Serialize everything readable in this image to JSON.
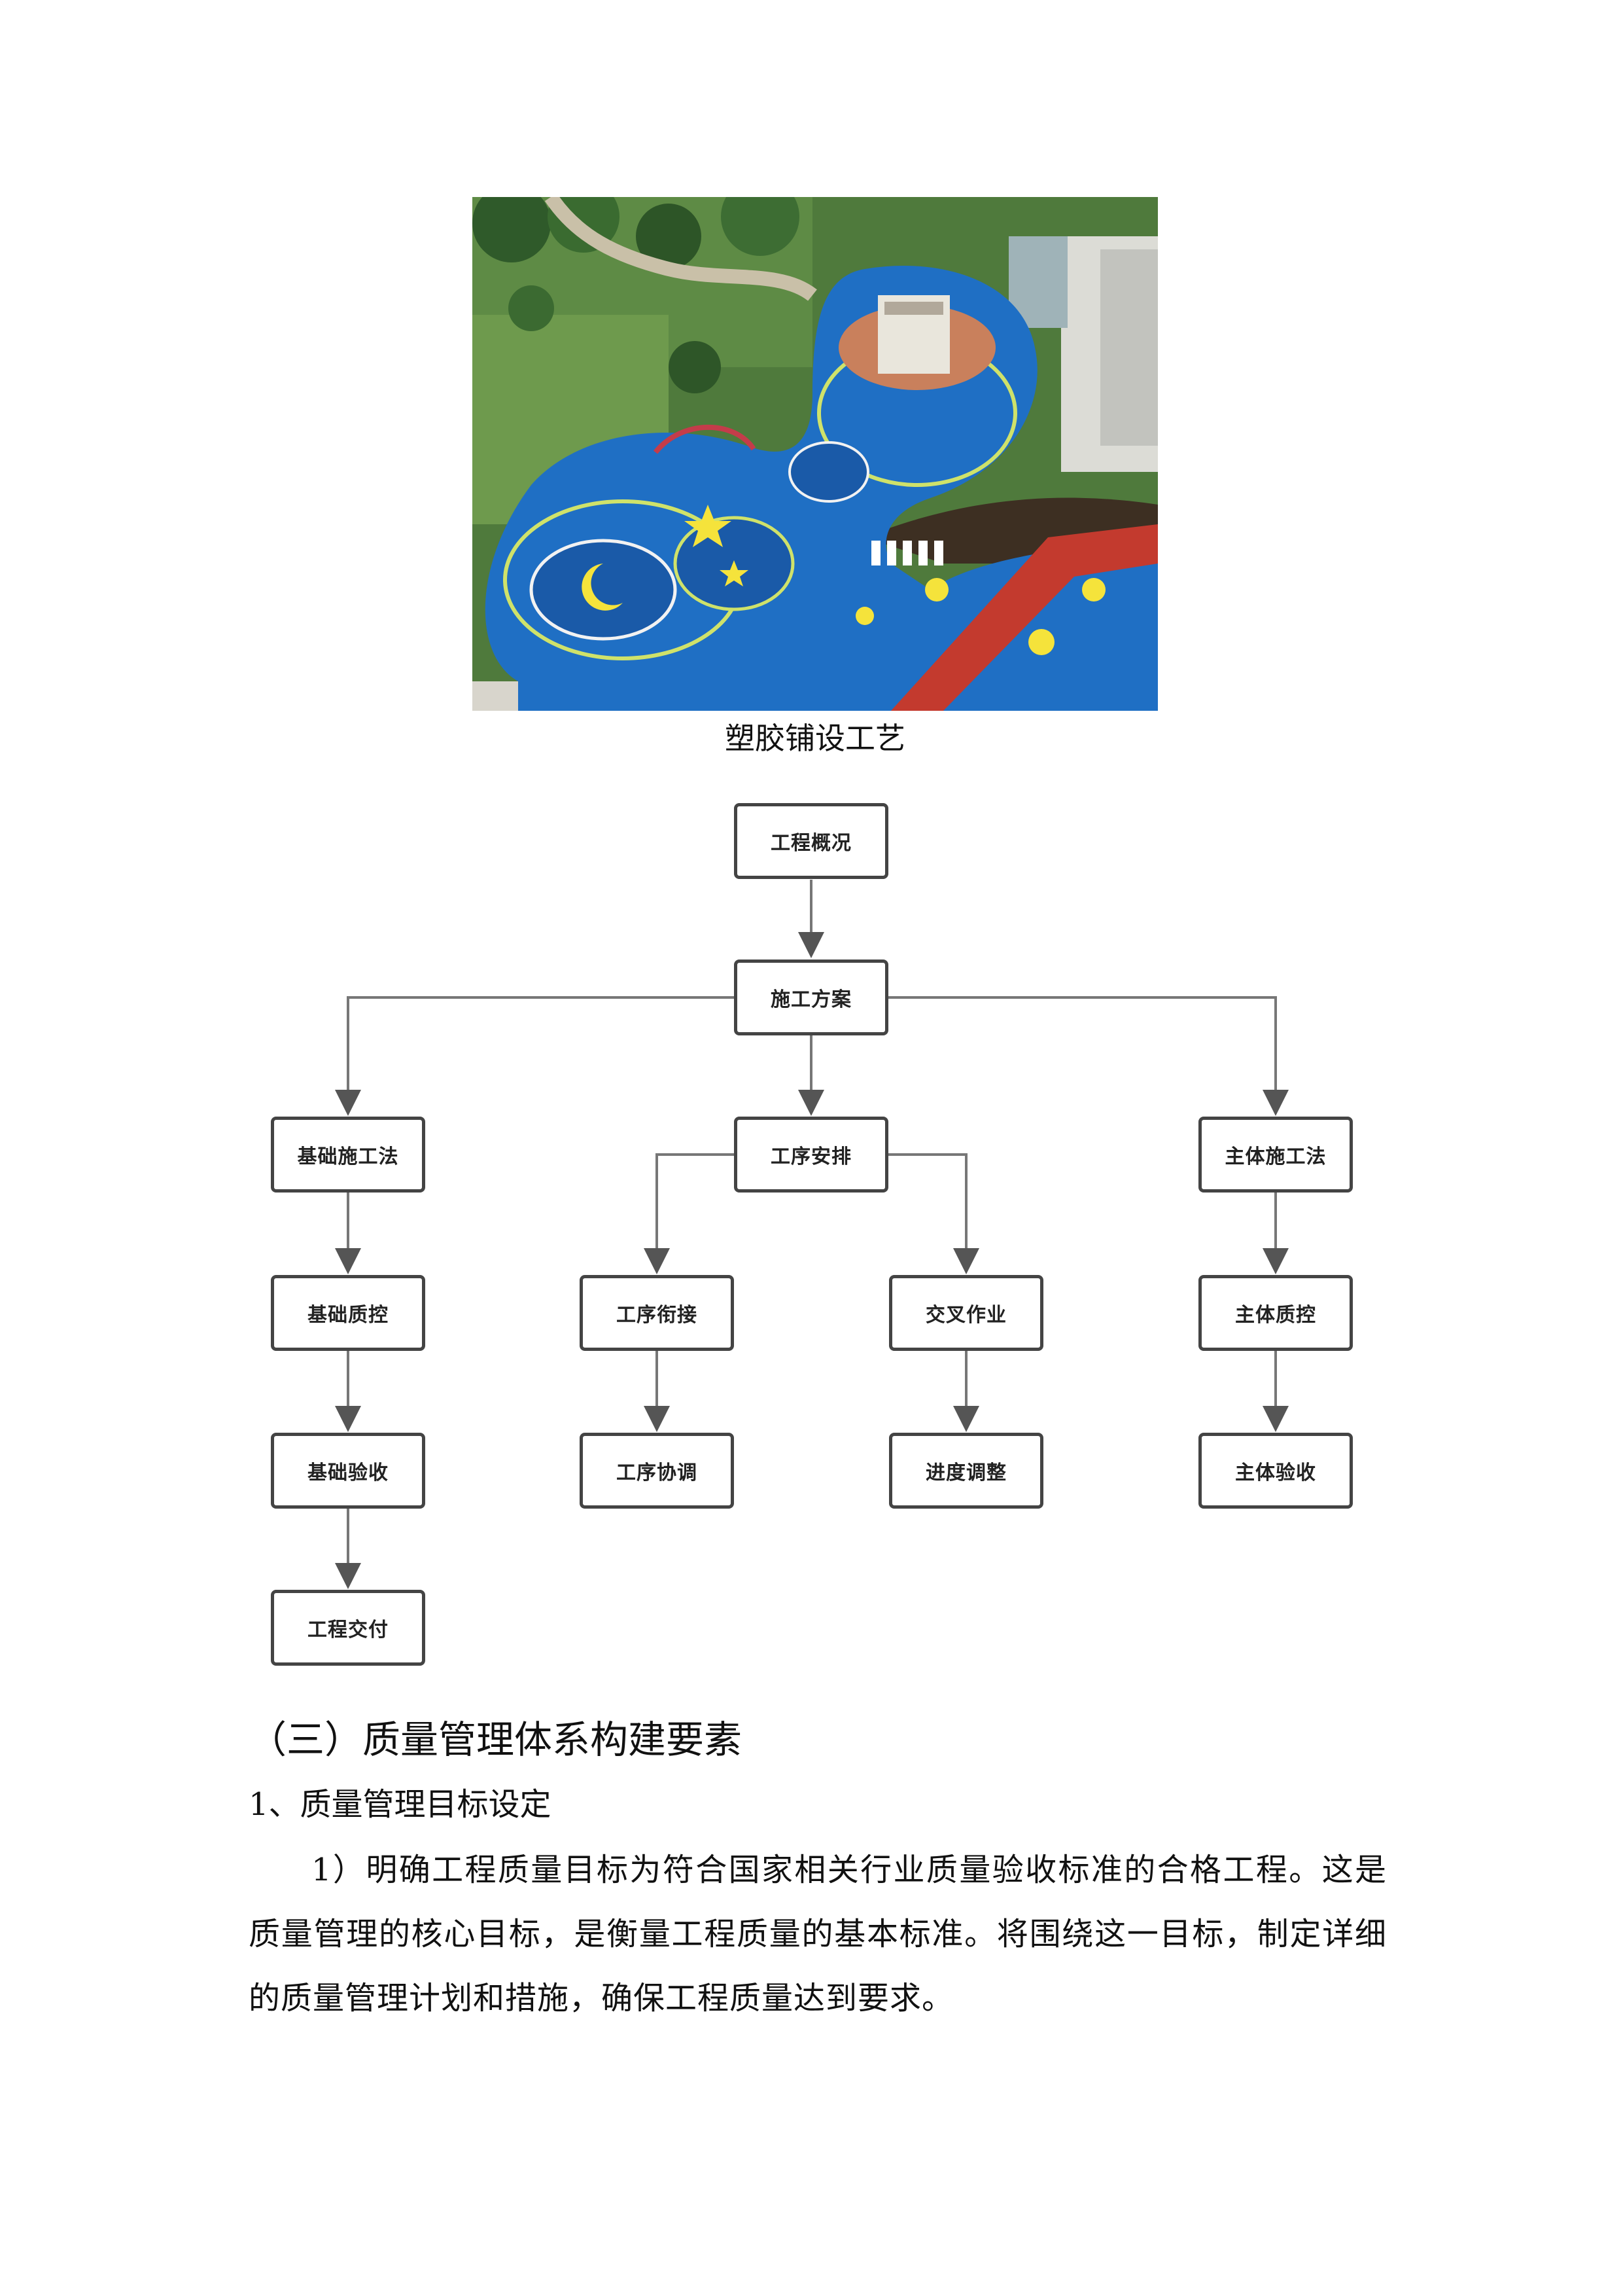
{
  "figure": {
    "caption": "塑胶铺设工艺"
  },
  "flowchart": {
    "nodes": {
      "overview": "工程概况",
      "plan": "施工方案",
      "foundation_method": "基础施工法",
      "process_arrangement": "工序安排",
      "main_method": "主体施工法",
      "foundation_qc": "基础质控",
      "process_linking": "工序衔接",
      "cross_operation": "交叉作业",
      "main_qc": "主体质控",
      "foundation_acceptance": "基础验收",
      "process_coordination": "工序协调",
      "schedule_adjustment": "进度调整",
      "main_acceptance": "主体验收",
      "handover": "工程交付"
    }
  },
  "section": {
    "heading": "（三）质量管理体系构建要素",
    "subheading": "1、质量管理目标设定",
    "paragraph": "1）明确工程质量目标为符合国家相关行业质量验收标准的合格工程。这是质量管理的核心目标，是衡量工程质量的基本标准。将围绕这一目标，制定详细的质量管理计划和措施，确保工程质量达到要求。"
  }
}
